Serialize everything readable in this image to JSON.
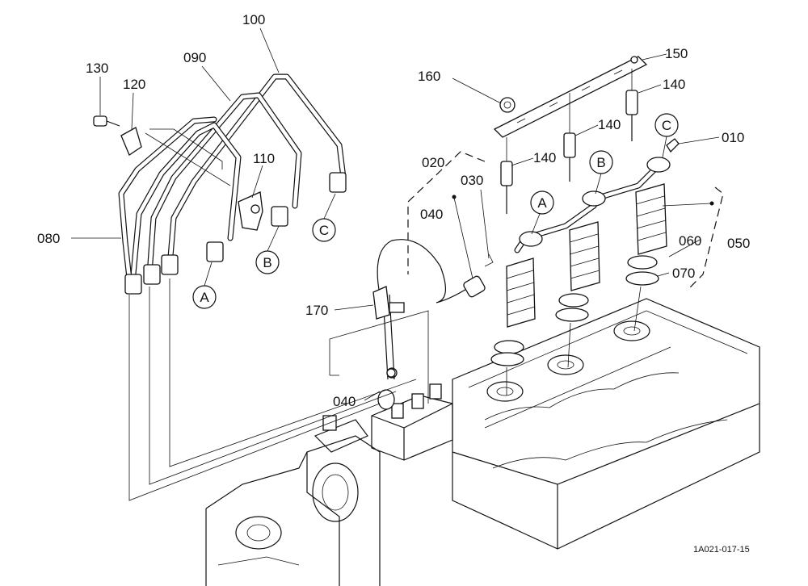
{
  "part_labels": {
    "p100": "100",
    "p090": "090",
    "p130": "130",
    "p120": "120",
    "p110": "110",
    "p080": "080",
    "p160": "160",
    "p150": "150",
    "p140a": "140",
    "p140b": "140",
    "p140c": "140",
    "p010": "010",
    "p020": "020",
    "p030": "030",
    "p040a": "040",
    "p040b": "040",
    "p060": "060",
    "p050": "050",
    "p070": "070",
    "p170": "170"
  },
  "connection_markers": {
    "left_a": "A",
    "left_b": "B",
    "left_c": "C",
    "right_a": "A",
    "right_b": "B",
    "right_c": "C"
  },
  "reference_code": "1A021-017-15"
}
